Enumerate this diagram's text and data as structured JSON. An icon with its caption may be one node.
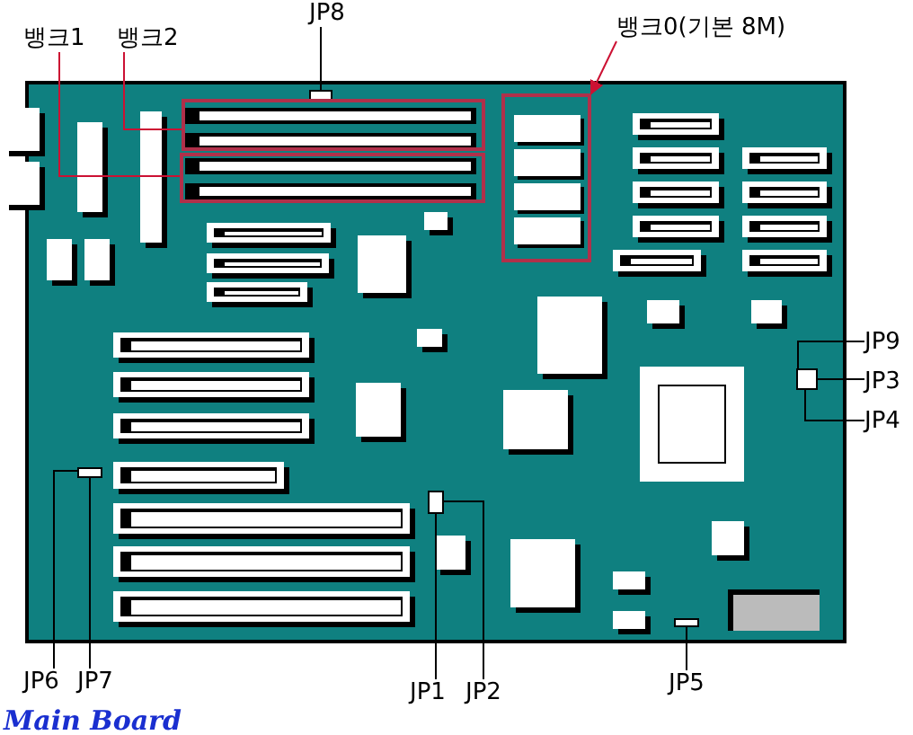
{
  "diagram": {
    "caption": "Main Board",
    "nodes": [
      {
        "text": [
          "JP8"
        ]
      },
      {
        "text": [
          "뱅크1"
        ]
      },
      {
        "text": [
          "뱅크2"
        ]
      },
      {
        "text": [
          "뱅크0(기본 8M)"
        ]
      },
      {
        "text": [
          "JP9"
        ]
      },
      {
        "text": [
          "JP3"
        ]
      },
      {
        "text": [
          "JP4"
        ]
      },
      {
        "text": [
          "JP6"
        ]
      },
      {
        "text": [
          "JP7"
        ]
      },
      {
        "text": [
          "JP1"
        ]
      },
      {
        "text": [
          "JP2"
        ]
      },
      {
        "text": [
          "JP5"
        ]
      },
      {
        "text": [],
        "shape": "box"
      },
      {
        "text": [],
        "shape": "box"
      },
      {
        "text": [],
        "shape": "box"
      },
      {
        "text": [],
        "shape": "box"
      },
      {
        "text": [],
        "shape": "box"
      },
      {
        "text": [],
        "shape": "box"
      },
      {
        "text": [],
        "shape": "box"
      },
      {
        "text": [],
        "shape": "box"
      }
    ],
    "edges": [
      {
        "from": 0,
        "to": 12,
        "arrow": "none"
      },
      {
        "from": 1,
        "to": 14,
        "arrow": "none",
        "color": "#cc1133"
      },
      {
        "from": 2,
        "to": 13,
        "arrow": "none",
        "color": "#cc1133"
      },
      {
        "from": 3,
        "to": 15,
        "arrow": "to",
        "color": "#cc1133"
      },
      {
        "from": 4,
        "to": 16,
        "arrow": "none"
      },
      {
        "from": 5,
        "to": 16,
        "arrow": "none"
      },
      {
        "from": 6,
        "to": 16,
        "arrow": "none"
      },
      {
        "from": 7,
        "to": 17,
        "arrow": "none"
      },
      {
        "from": 8,
        "to": 17,
        "arrow": "none"
      },
      {
        "from": 9,
        "to": 18,
        "arrow": "none"
      },
      {
        "from": 10,
        "to": 18,
        "arrow": "none"
      },
      {
        "from": 11,
        "to": 19,
        "arrow": "none"
      }
    ]
  }
}
